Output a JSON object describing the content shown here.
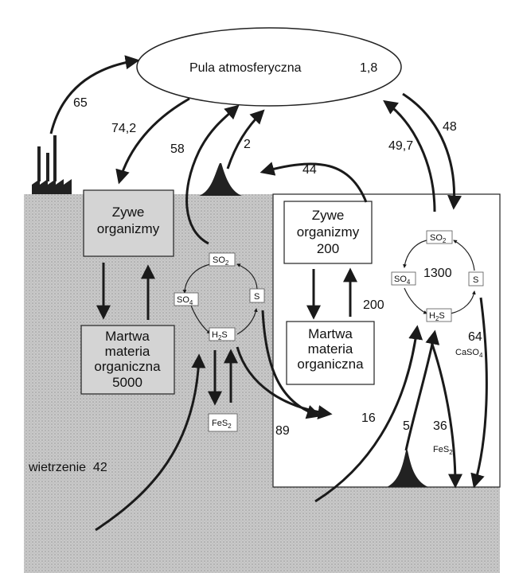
{
  "atmosphere": {
    "label": "Pula atmosferyczna",
    "value": "1,8"
  },
  "land": {
    "living": {
      "line1": "Zywe",
      "line2": "organizmy"
    },
    "dead": {
      "line1": "Martwa",
      "line2": "materia",
      "line3": "organiczna",
      "line4": "5000"
    },
    "cycle": {
      "so2": "SO",
      "so4": "SO",
      "s": "S",
      "h2s_h": "H",
      "h2s_s": "S",
      "fes2": "FeS",
      "sub2": "2",
      "sub4": "4"
    },
    "weathering": "wietrzenie  42"
  },
  "ocean": {
    "living": {
      "line1": "Zywe",
      "line2": "organizmy",
      "line3": "200"
    },
    "dead": {
      "line1": "Martwa",
      "line2": "materia",
      "line3": "organiczna"
    },
    "cycle": {
      "so2": "SO",
      "so4": "SO",
      "s": "S",
      "h2s_h": "H",
      "h2s_s": "S",
      "pool": "1300",
      "sub2": "2",
      "sub4": "4"
    },
    "caso4": "CaSO",
    "fes2": "FeS"
  },
  "flows": {
    "f65": "65",
    "f742": "74,2",
    "f58": "58",
    "f2": "2",
    "f44": "44",
    "f497": "49,7",
    "f48": "48",
    "f200": "200",
    "f64": "64",
    "f89": "89",
    "f16": "16",
    "f5": "5",
    "f36": "36"
  }
}
